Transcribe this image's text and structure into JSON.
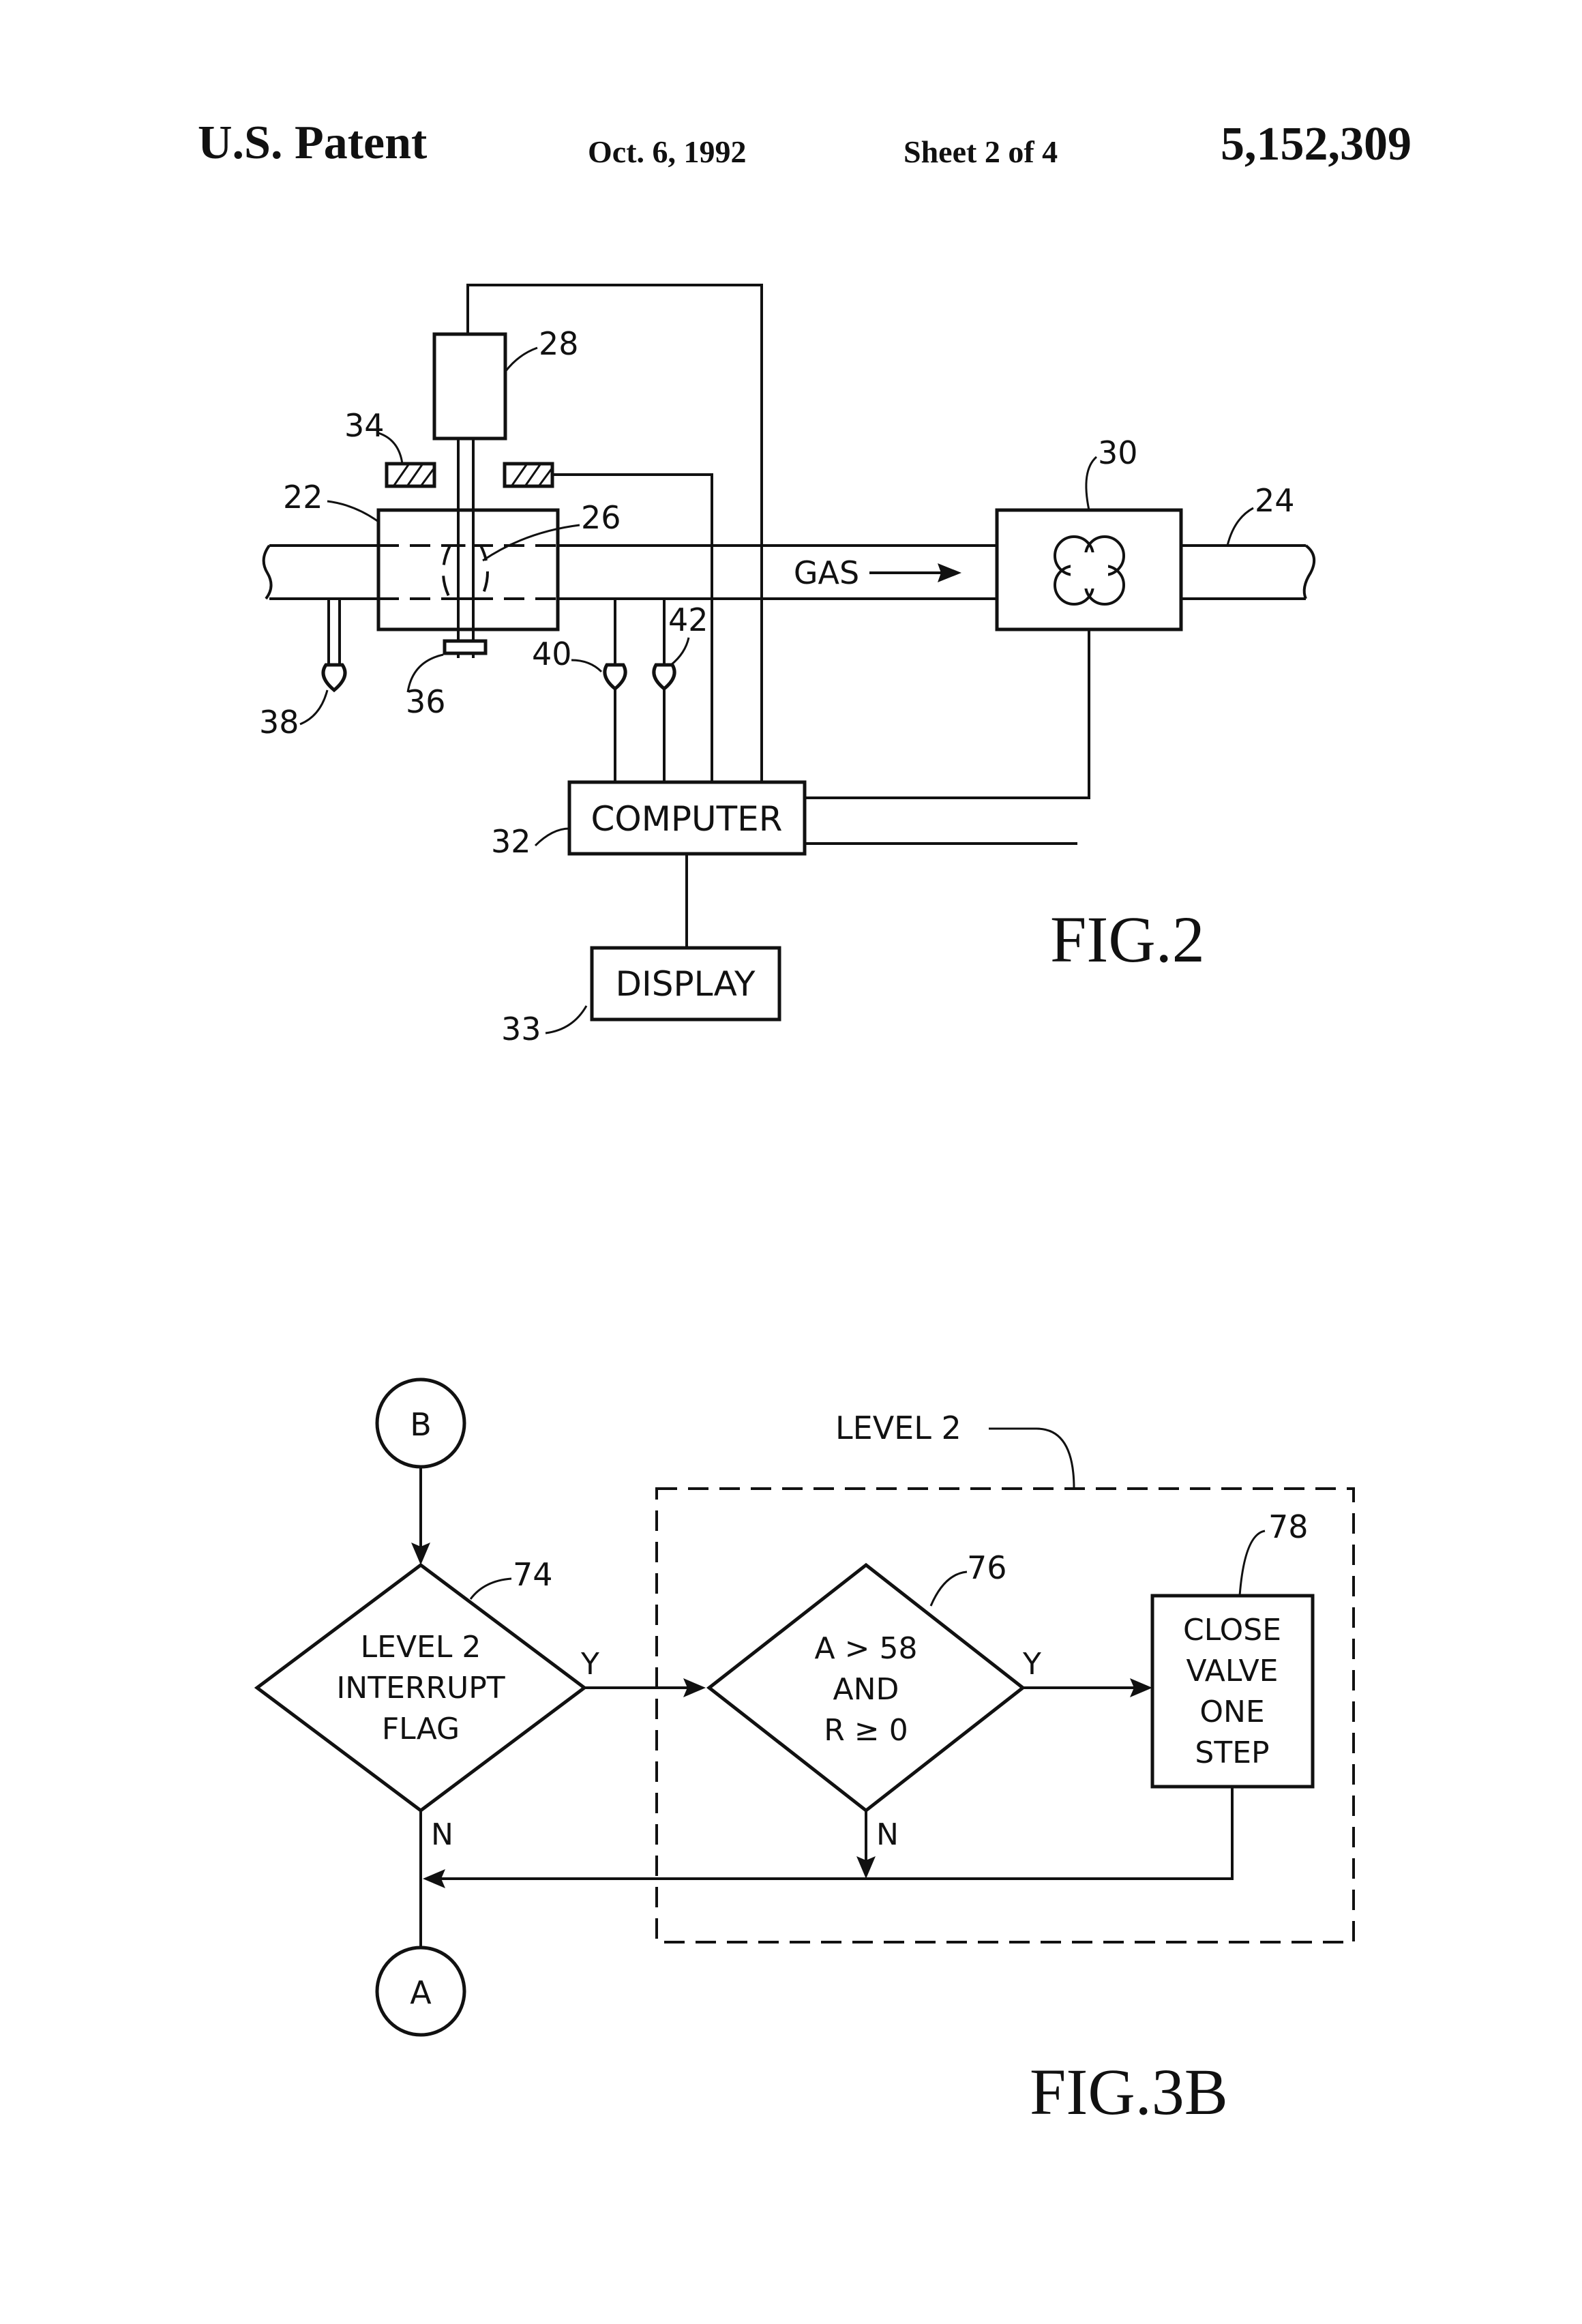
{
  "header": {
    "title": "U.S. Patent",
    "date": "Oct. 6, 1992",
    "sheet": "Sheet 2 of 4",
    "patent_number": "5,152,309"
  },
  "fig2": {
    "caption": "FIG.2",
    "computer_label": "COMPUTER",
    "display_label": "DISPLAY",
    "gas_label": "GAS",
    "refs": {
      "r22": "22",
      "r24": "24",
      "r26": "26",
      "r28": "28",
      "r30": "30",
      "r32": "32",
      "r33": "33",
      "r34": "34",
      "r36": "36",
      "r38": "38",
      "r40": "40",
      "r42": "42"
    }
  },
  "fig3b": {
    "caption": "FIG.3B",
    "connector_in": "B",
    "connector_out": "A",
    "level_group_label": "LEVEL 2",
    "decision1_lines": [
      "LEVEL 2",
      "INTERRUPT",
      "FLAG"
    ],
    "decision2_lines": [
      "A > 58",
      "AND",
      "R ≥ 0"
    ],
    "process_lines": [
      "CLOSE",
      "VALVE",
      "ONE",
      "STEP"
    ],
    "yes_label": "Y",
    "no_label": "N",
    "refs": {
      "r74": "74",
      "r76": "76",
      "r78": "78"
    }
  }
}
